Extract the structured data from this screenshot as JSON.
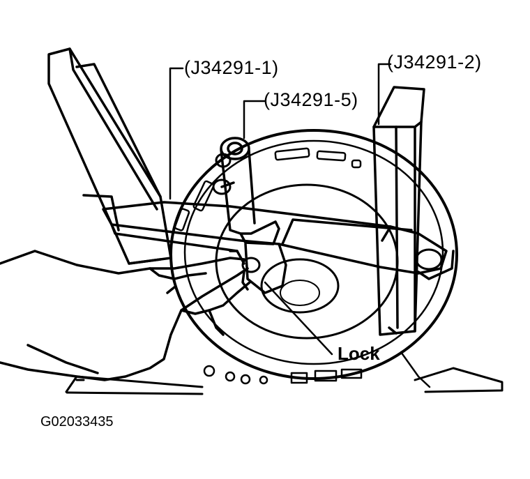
{
  "labels": {
    "tool_1": "(J34291-1)",
    "tool_2": "(J34291-2)",
    "tool_5": "(J34291-5)",
    "lock": "Lock"
  },
  "figure_id": "G02033435"
}
